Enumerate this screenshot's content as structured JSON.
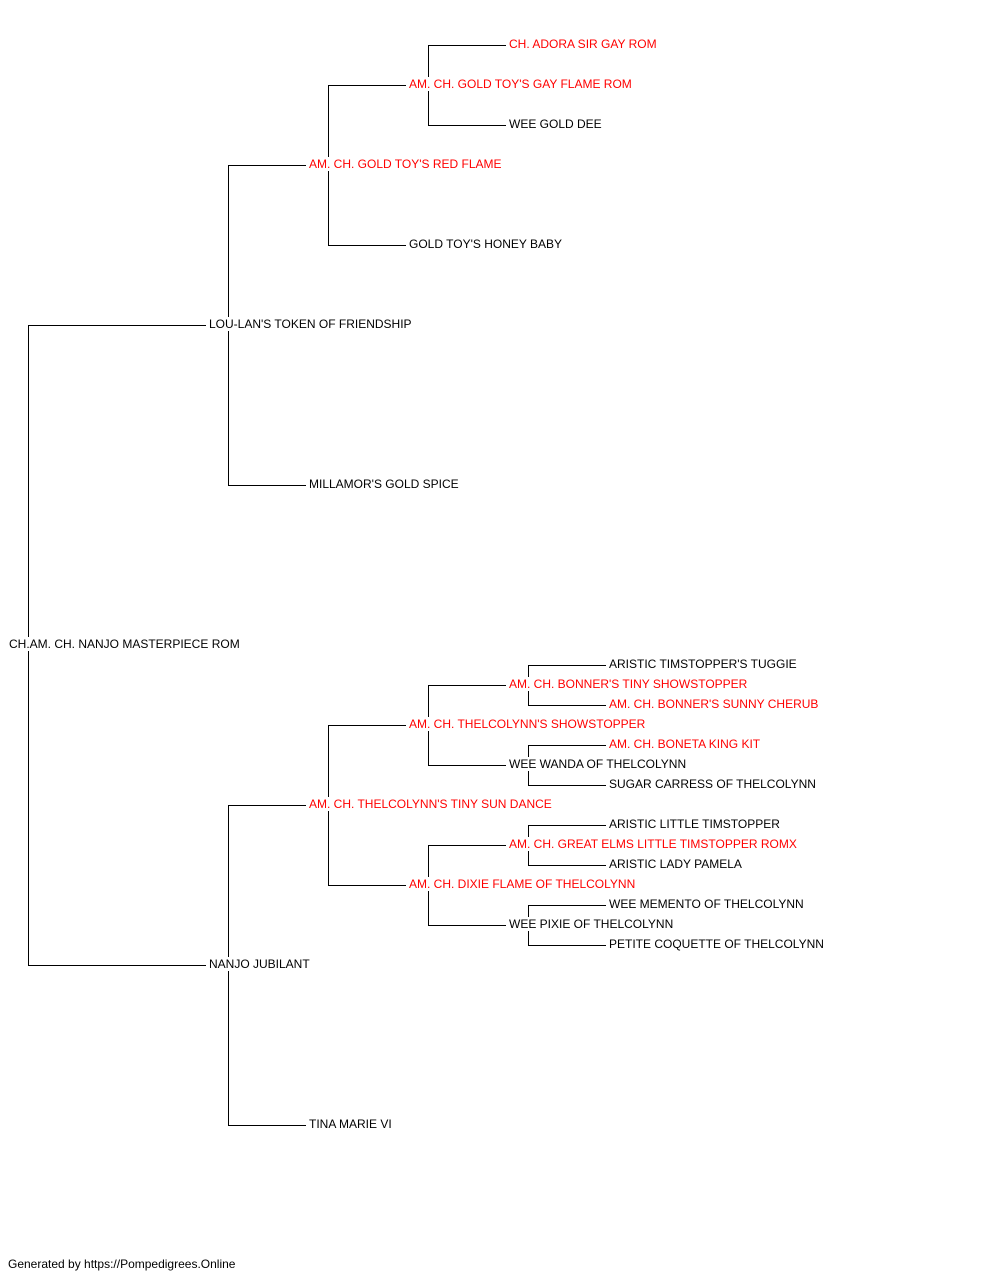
{
  "colors": {
    "champion": "#ff0000",
    "normal": "#000000",
    "line": "#000000"
  },
  "root": {
    "name": "CH.AM. CH. NANJO MASTERPIECE ROM",
    "champion": false,
    "sire": {
      "name": "LOU-LAN'S TOKEN OF FRIENDSHIP",
      "champion": false,
      "sire": {
        "name": "AM. CH. GOLD TOY'S RED FLAME",
        "champion": true,
        "sire": {
          "name": "AM. CH. GOLD TOY'S GAY FLAME ROM",
          "champion": true,
          "sire": {
            "name": "CH. ADORA SIR GAY ROM",
            "champion": true
          },
          "dam": {
            "name": "WEE GOLD DEE",
            "champion": false
          }
        },
        "dam": {
          "name": "GOLD TOY'S HONEY BABY",
          "champion": false
        }
      },
      "dam": {
        "name": "MILLAMOR'S GOLD SPICE",
        "champion": false
      }
    },
    "dam": {
      "name": "NANJO JUBILANT",
      "champion": false,
      "sire": {
        "name": "AM. CH. THELCOLYNN'S TINY SUN DANCE",
        "champion": true,
        "sire": {
          "name": "AM. CH. THELCOLYNN'S SHOWSTOPPER",
          "champion": true,
          "sire": {
            "name": "AM. CH. BONNER'S TINY SHOWSTOPPER",
            "champion": true,
            "sire": {
              "name": "ARISTIC TIMSTOPPER'S TUGGIE",
              "champion": false
            },
            "dam": {
              "name": "AM. CH. BONNER'S SUNNY CHERUB",
              "champion": true
            }
          },
          "dam": {
            "name": "WEE WANDA OF THELCOLYNN",
            "champion": false,
            "sire": {
              "name": "AM. CH. BONETA KING KIT",
              "champion": true
            },
            "dam": {
              "name": "SUGAR CARRESS OF THELCOLYNN",
              "champion": false
            }
          }
        },
        "dam": {
          "name": "AM. CH. DIXIE FLAME OF THELCOLYNN",
          "champion": true,
          "sire": {
            "name": "AM. CH. GREAT ELMS LITTLE TIMSTOPPER ROMX",
            "champion": true,
            "sire": {
              "name": "ARISTIC LITTLE TIMSTOPPER",
              "champion": false
            },
            "dam": {
              "name": "ARISTIC LADY PAMELA",
              "champion": false
            }
          },
          "dam": {
            "name": "WEE PIXIE OF THELCOLYNN",
            "champion": false,
            "sire": {
              "name": "WEE MEMENTO OF THELCOLYNN",
              "champion": false
            },
            "dam": {
              "name": "PETITE COQUETTE OF THELCOLYNN",
              "champion": false
            }
          }
        }
      },
      "dam": {
        "name": "TINA MARIE VI",
        "champion": false
      }
    }
  },
  "footer": "Generated by https://Pompedigrees.Online"
}
